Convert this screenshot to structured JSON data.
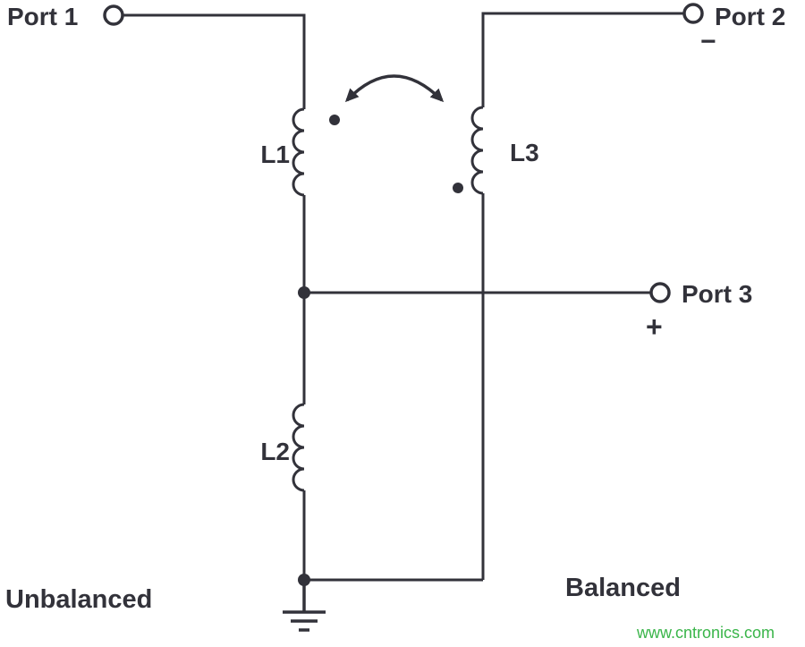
{
  "diagram": {
    "type": "schematic",
    "description": "Balun / transformer circuit with three coupled inductors",
    "ports": {
      "port1": {
        "label": "Port 1"
      },
      "port2": {
        "label": "Port 2",
        "polarity": "−"
      },
      "port3": {
        "label": "Port 3",
        "polarity": "+"
      }
    },
    "inductors": {
      "l1": {
        "label": "L1"
      },
      "l2": {
        "label": "L2"
      },
      "l3": {
        "label": "L3"
      }
    },
    "side_labels": {
      "left": "Unbalanced",
      "right": "Balanced"
    },
    "watermark": "www.cntronics.com",
    "colors": {
      "line": "#32323a",
      "watermark": "#3ab54a",
      "background": "#ffffff"
    }
  }
}
